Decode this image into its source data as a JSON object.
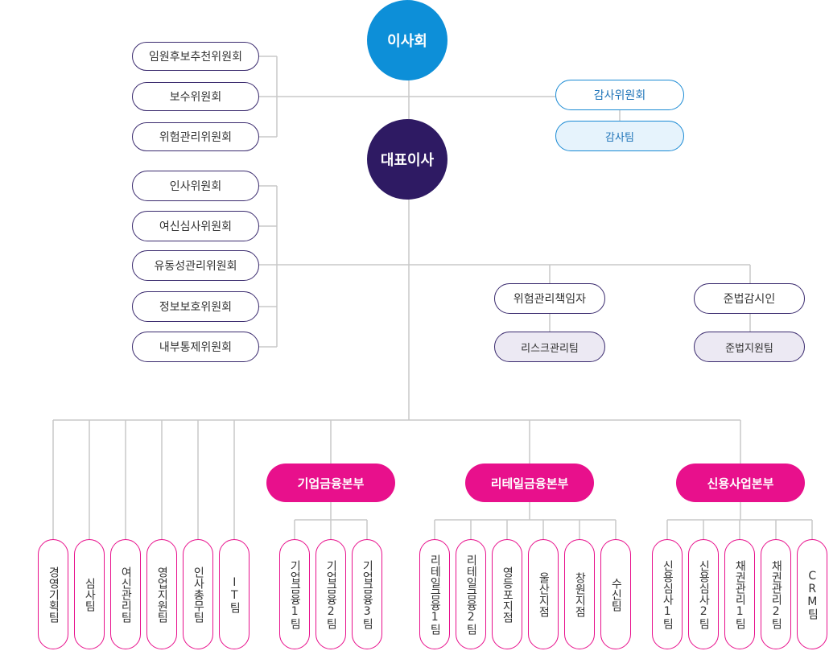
{
  "colors": {
    "board": "#0d8fd8",
    "ceo": "#2e1a63",
    "division": "#e8108c",
    "team_border": "#e8108c",
    "committee_border": "#3a2a6e",
    "audit_border": "#1a8ad4",
    "audit_fill": "#e6f3fc",
    "officer_fill": "#ece9f3",
    "line": "#c8c8c8"
  },
  "board": {
    "label": "이사회"
  },
  "ceo": {
    "label": "대표이사"
  },
  "board_committees": [
    "임원후보추천위원회",
    "보수위원회",
    "위험관리위원회"
  ],
  "audit": {
    "committee": "감사위원회",
    "team": "감사팀"
  },
  "ceo_committees": [
    "인사위원회",
    "여신심사위원회",
    "유동성관리위원회",
    "정보보호위원회",
    "내부통제위원회"
  ],
  "officers": [
    {
      "label": "위험관리책임자",
      "team": "리스크관리팀"
    },
    {
      "label": "준법감시인",
      "team": "준법지원팀"
    }
  ],
  "direct_teams": [
    "경영기획팀",
    "심사팀",
    "여신관리팀",
    "영업지원팀",
    "인사총무팀",
    "IT팀"
  ],
  "divisions": [
    {
      "label": "기업금융본부",
      "teams": [
        "기업금융1팀",
        "기업금융2팀",
        "기업금융3팀"
      ]
    },
    {
      "label": "리테일금융본부",
      "teams": [
        "리테일금융1팀",
        "리테일금융2팀",
        "영등포지점",
        "울산지점",
        "창원지점",
        "수신팀"
      ]
    },
    {
      "label": "신용사업본부",
      "teams": [
        "신용심사1팀",
        "신용심사2팀",
        "채권관리1팀",
        "채권관리2팀",
        "CRM팀"
      ]
    }
  ]
}
